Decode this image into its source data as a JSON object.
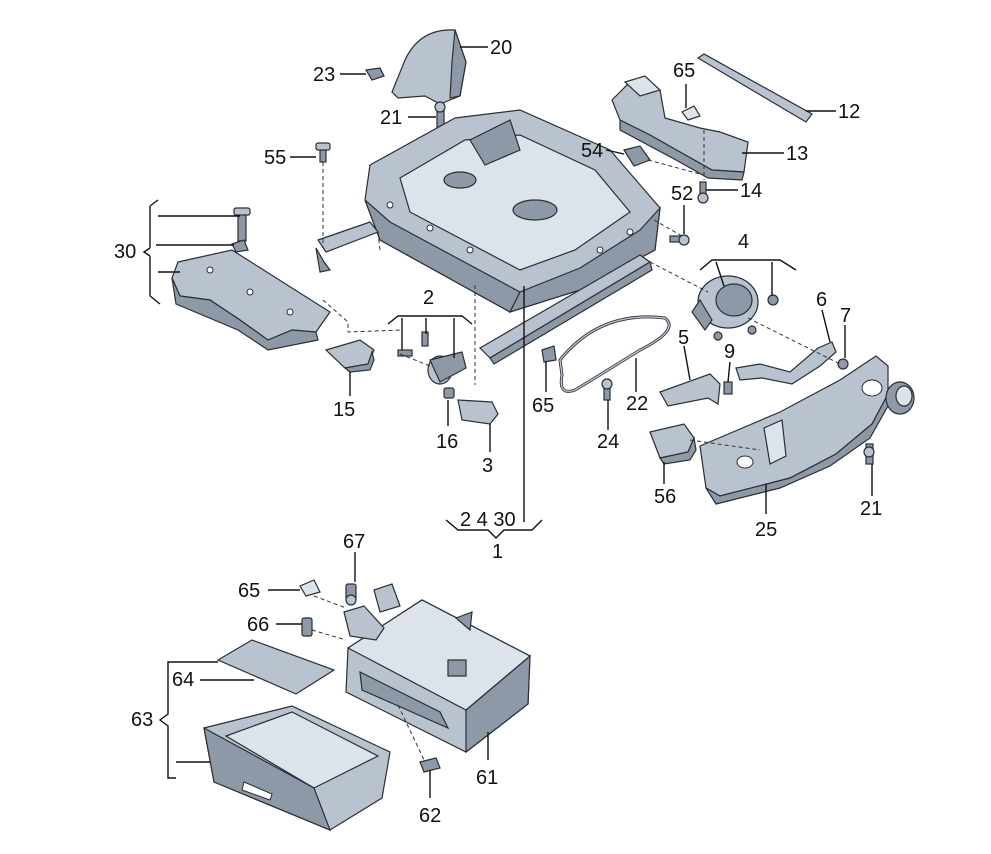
{
  "diagram": {
    "callouts": {
      "c20": "20",
      "c23": "23",
      "c21a": "21",
      "c55": "55",
      "c65a": "65",
      "c12": "12",
      "c54": "54",
      "c13": "13",
      "c14": "14",
      "c52": "52",
      "c30": "30",
      "c4": "4",
      "c2": "2",
      "c6": "6",
      "c7": "7",
      "c5": "5",
      "c9": "9",
      "c15": "15",
      "c65b": "65",
      "c22": "22",
      "c16": "16",
      "c24": "24",
      "c3": "3",
      "c56": "56",
      "c25": "25",
      "c21b": "21",
      "c1_group": "2 4 30",
      "c1": "1",
      "c67": "67",
      "c65c": "65",
      "c66": "66",
      "c64": "64",
      "c63": "63",
      "c61": "61",
      "c62": "62"
    },
    "colors": {
      "part_fill": "#b9c3cf",
      "part_dark": "#8e99a7",
      "part_light": "#dde3ea",
      "outline": "#2a2f36",
      "leader": "#111111"
    }
  }
}
